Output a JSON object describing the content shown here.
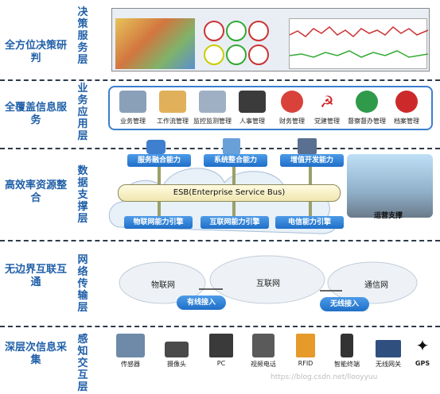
{
  "layers": [
    {
      "left": "全方位决策研判",
      "vert": "决策服务层"
    },
    {
      "left": "全覆盖信息服务",
      "vert": "业务应用层"
    },
    {
      "left": "高效率资源整合",
      "vert": "数据支撑层"
    },
    {
      "left": "无边界互联互通",
      "vert": "网络传输层"
    },
    {
      "left": "深层次信息采集",
      "vert": "感知交互层"
    }
  ],
  "apps": [
    "业务管理",
    "工作流管理",
    "监控监测管理",
    "人事管理",
    "财务管理",
    "党建管理",
    "督察督办管理",
    "档案管理"
  ],
  "data_support": {
    "capabilities": [
      "服务融合能力",
      "系统整合能力",
      "增值开发能力"
    ],
    "esb": "ESB(Enterprise Service Bus)",
    "engines": [
      "物联网能力引擎",
      "互联网能力引擎",
      "电信能力引擎"
    ],
    "ops": "运营支撑"
  },
  "network": {
    "clouds": [
      "物联网",
      "互联网",
      "通信网"
    ],
    "access": [
      "有线接入",
      "无线接入"
    ]
  },
  "devices": [
    "传感器",
    "摄像头",
    "PC",
    "视频电话",
    "RFID",
    "智能终端",
    "无线网关",
    "GPS"
  ],
  "watermark": "https://blog.csdn.net/llooyyuu"
}
